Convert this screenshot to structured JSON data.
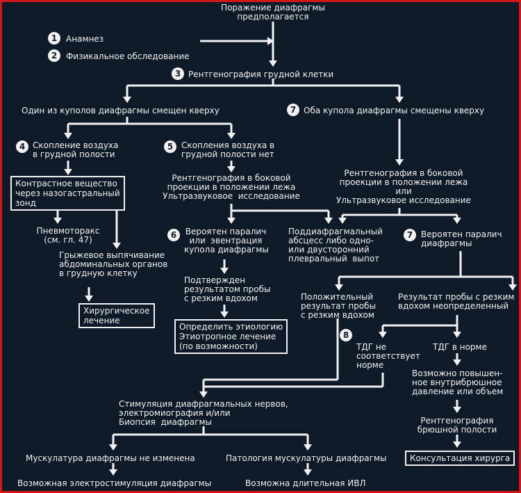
{
  "title": "Поражение диафрагмы\nпредполагается",
  "step1": "Анамнез",
  "step2": "Физикальное обследование",
  "step3": "Рентгенография грудной клетки",
  "one_dome": "Один из куполов диафрагмы смещен кверху",
  "both_domes": "Оба купола диафрагмы смещены кверху",
  "air_yes": "Скопление воздуха\nв грудной полости",
  "air_no": "Скопления воздуха в\nгрудной полости нет",
  "contrast": "Контрастное вещество\nчерез назогастральный\nзонд",
  "lateral_xray_left": "Рентгенография в боковой\nпроекции в положении лежа\nУльтразвуковое  исследование",
  "lateral_xray_right": "Рентгенография в боковой\nпроекции в положении лежа\nили\nУльтразвуковое исследование",
  "pneumothorax": "Пневмоторакс\n(см. гл. 47)",
  "hernia": "Грыжевое выпячивание\nабдоминальных органов\nв грудную клетку",
  "surgery": "Хирургическое\nлечение",
  "paralysis_eventration": "Вероятен паралич\nили  эвентрация\nкупола диафрагмы",
  "abscess": "Поддиафрагмальный\nабсцесс либо одно-\nили двусторонний\nплевральный  выпот",
  "paralysis_right": "Вероятен паралич\nдиафрагмы",
  "confirmed": "Подтвержден\nрезультатом пробы\nс резким вдохом",
  "etiology": "Определить этиологию\nЭтиотропное лечение\n(по возможности)",
  "positive": "Положительный\nрезультат пробы\nс резким вдохом",
  "uncertain": "Результат пробы с резким\nвдохом неопределенный",
  "tdg_abnormal": "ТДГ не\nсоответствует\nнорме",
  "tdg_normal": "ТДГ в норме",
  "pressure": "Возможно повышен-\nное внутрибрюшное\nдавление или объем",
  "abdominal_xray": "Рентгенография\nбрюшной полости",
  "consult": "Консультация хирурга",
  "stimulation": "Стимуляция диафрагмальных нервов,\nэлектромиография и/или\nБиопсия  диафрагмы",
  "muscle_normal": "Мускулатура диафрагмы не изменена",
  "muscle_pathology": "Патология мускулатуры диафрагмы",
  "electrostim": "Возможная электростимуляция диафрагмы",
  "ventilation": "Возможна длительная ИВЛ",
  "n1": "1",
  "n2": "2",
  "n3": "3",
  "n4": "4",
  "n5": "5",
  "n6": "6",
  "n7a": "7",
  "n7b": "7",
  "n8": "8"
}
